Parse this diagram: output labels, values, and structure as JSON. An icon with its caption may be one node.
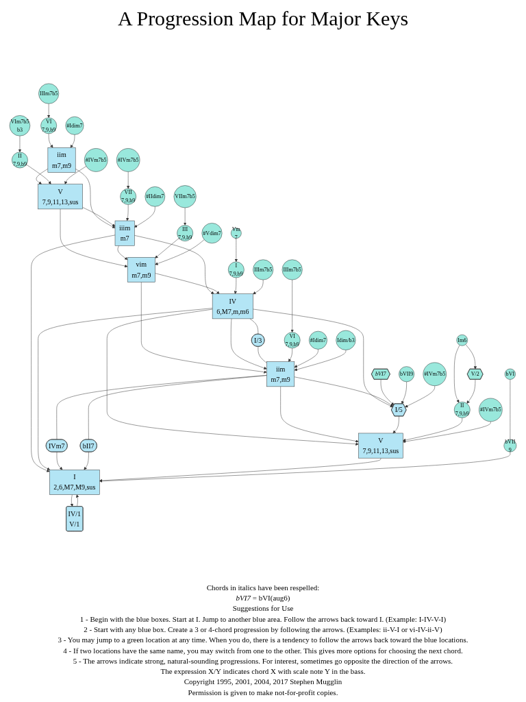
{
  "diagram": {
    "title": "A Progression Map for Major Keys",
    "nodes": [
      {
        "text": [
          "IIIm7b5"
        ]
      },
      {
        "text": [
          "#Idim7"
        ]
      },
      {
        "text": [
          "VI",
          "7,9,b9"
        ]
      },
      {
        "text": [
          "iim",
          "m7,m9"
        ]
      },
      {
        "text": [
          "#IVm7b5"
        ]
      },
      {
        "text": [
          "VIm7b5",
          "b3"
        ]
      },
      {
        "text": [
          "V",
          "7,9,11,13,sus"
        ]
      },
      {
        "text": [
          "II",
          "7,9,b9"
        ]
      },
      {
        "text": [
          "#IVm7b5"
        ]
      },
      {
        "text": [
          "#IIdim7"
        ]
      },
      {
        "text": [
          "VII",
          "7,9,b9"
        ]
      },
      {
        "text": [
          "iiim",
          "m7"
        ]
      },
      {
        "text": [
          "#Vdim7"
        ]
      },
      {
        "text": [
          "III",
          "7,9,b9"
        ]
      },
      {
        "text": [
          "VIIm7b5"
        ]
      },
      {
        "text": [
          "vim",
          "m7,m9"
        ]
      },
      {
        "text": [
          "Vm",
          "7"
        ]
      },
      {
        "text": [
          "IIIm7b5"
        ]
      },
      {
        "text": [
          "I",
          "7,9,b9"
        ]
      },
      {
        "text": [
          "IV",
          "6,M7,m,m6"
        ]
      },
      {
        "text": [
          "I/3"
        ]
      },
      {
        "text": [
          "#Idim7"
        ]
      },
      {
        "text": [
          "iim",
          "m7,m9"
        ]
      },
      {
        "text": [
          "IIIm7b5"
        ]
      },
      {
        "text": [
          "VI",
          "7,9,b9"
        ]
      },
      {
        "text": [
          "Im6"
        ]
      },
      {
        "text": [
          "#IVm7b5"
        ]
      },
      {
        "text": [
          "II",
          "7,9,b9"
        ]
      },
      {
        "text": [
          "Idim/b3"
        ]
      },
      {
        "text": [
          "V",
          "7,9,11,13,sus"
        ]
      },
      {
        "text": [
          "bVI7"
        ]
      },
      {
        "text": [
          "V/2"
        ]
      },
      {
        "text": [
          "IVm7"
        ]
      },
      {
        "text": [
          "bII7"
        ]
      },
      {
        "text": [
          "I/5"
        ]
      },
      {
        "text": [
          "bVI"
        ]
      },
      {
        "text": [
          "bVII9"
        ]
      },
      {
        "text": [
          "bVII",
          "9"
        ]
      },
      {
        "text": [
          "I",
          "2,6,M7,M9,sus"
        ]
      },
      {
        "text": [
          "#IVm7b5"
        ]
      },
      {
        "text": [
          "IV/1",
          "V/1"
        ]
      }
    ],
    "edges": [
      {
        "from": 0,
        "to": 2,
        "arrow": "to"
      },
      {
        "from": 2,
        "to": 3,
        "arrow": "to"
      },
      {
        "from": 1,
        "to": 3,
        "arrow": "to"
      },
      {
        "from": 3,
        "to": 6,
        "arrow": "to"
      },
      {
        "from": 3,
        "to": 11,
        "arrow": "to"
      },
      {
        "from": 5,
        "to": 7,
        "arrow": "to"
      },
      {
        "from": 7,
        "to": 6,
        "arrow": "to"
      },
      {
        "from": 4,
        "to": 6,
        "arrow": "to"
      },
      {
        "from": 6,
        "to": 11,
        "arrow": "to"
      },
      {
        "from": 6,
        "to": 15,
        "arrow": "to"
      },
      {
        "from": 8,
        "to": 10,
        "arrow": "to"
      },
      {
        "from": 10,
        "to": 11,
        "arrow": "to"
      },
      {
        "from": 9,
        "to": 11,
        "arrow": "to"
      },
      {
        "from": 11,
        "to": 15,
        "arrow": "to"
      },
      {
        "from": 11,
        "to": 19,
        "arrow": "to"
      },
      {
        "from": 14,
        "to": 13,
        "arrow": "to"
      },
      {
        "from": 13,
        "to": 15,
        "arrow": "to"
      },
      {
        "from": 12,
        "to": 15,
        "arrow": "to"
      },
      {
        "from": 15,
        "to": 19,
        "arrow": "to"
      },
      {
        "from": 15,
        "to": 22,
        "arrow": "to"
      },
      {
        "from": 16,
        "to": 18,
        "arrow": "to"
      },
      {
        "from": 18,
        "to": 19,
        "arrow": "to"
      },
      {
        "from": 17,
        "to": 19,
        "arrow": "to"
      },
      {
        "from": 19,
        "to": 22,
        "arrow": "to"
      },
      {
        "from": 19,
        "to": 29,
        "arrow": "to"
      },
      {
        "from": 19,
        "to": 20,
        "arrow": "none"
      },
      {
        "from": 20,
        "to": 22,
        "arrow": "none"
      },
      {
        "from": 11,
        "to": 38,
        "arrow": "to"
      },
      {
        "from": 19,
        "to": 38,
        "arrow": "to"
      },
      {
        "from": 19,
        "to": 34,
        "arrow": "to"
      },
      {
        "from": 23,
        "to": 24,
        "arrow": "to"
      },
      {
        "from": 24,
        "to": 22,
        "arrow": "to"
      },
      {
        "from": 21,
        "to": 22,
        "arrow": "to"
      },
      {
        "from": 28,
        "to": 22,
        "arrow": "to"
      },
      {
        "from": 22,
        "to": 29,
        "arrow": "to"
      },
      {
        "from": 22,
        "to": 34,
        "arrow": "to"
      },
      {
        "from": 22,
        "to": 32,
        "arrow": "none"
      },
      {
        "from": 32,
        "to": 38,
        "arrow": "to"
      },
      {
        "from": 22,
        "to": 33,
        "arrow": "none"
      },
      {
        "from": 33,
        "to": 38,
        "arrow": "to"
      },
      {
        "from": 34,
        "to": 29,
        "arrow": "to"
      },
      {
        "from": 25,
        "to": 27,
        "arrow": "to"
      },
      {
        "from": 25,
        "to": 31,
        "arrow": "to"
      },
      {
        "from": 31,
        "to": 27,
        "arrow": "to"
      },
      {
        "from": 27,
        "to": 29,
        "arrow": "to"
      },
      {
        "from": 26,
        "to": 29,
        "arrow": "to"
      },
      {
        "from": 29,
        "to": 38,
        "arrow": "to"
      },
      {
        "from": 30,
        "to": 34,
        "arrow": "to"
      },
      {
        "from": 36,
        "to": 34,
        "arrow": "to"
      },
      {
        "from": 39,
        "to": 34,
        "arrow": "to"
      },
      {
        "from": 35,
        "to": 37,
        "arrow": "none"
      },
      {
        "from": 37,
        "to": 38,
        "arrow": "to"
      },
      {
        "from": 38,
        "to": 40,
        "arrow": "to"
      },
      {
        "from": 40,
        "to": 38,
        "arrow": "to"
      }
    ],
    "labels": [
      "Chords in italics have been respelled:",
      "*bVI7* = bVI(aug6)",
      "Suggestions for Use",
      "1 - Begin with the blue boxes. Start at I. Jump to another blue area. Follow the arrows back toward I. (Example: I-IV-V-I)",
      "2 - Start with any blue box. Create a 3 or 4-chord progression by following the arrows. (Examples: ii-V-I or vi-IV-ii-V)",
      "3 - You may jump to a green location at any time. When you do, there is a tendency to follow the arrows back toward the blue locations.",
      "4 - If two locations have the same name, you may switch from one to the other. This gives more options for choosing the next chord.",
      "5 - The arrows indicate strong, natural-sounding progressions. For interest, sometimes go opposite the direction of the arrows.",
      "The expression X/Y indicates chord X with scale note Y in the bass.",
      "Copyright 1995, 2001, 2004, 2017 Stephen Mugglin",
      "Permission is given to make not-for-profit copies."
    ]
  }
}
